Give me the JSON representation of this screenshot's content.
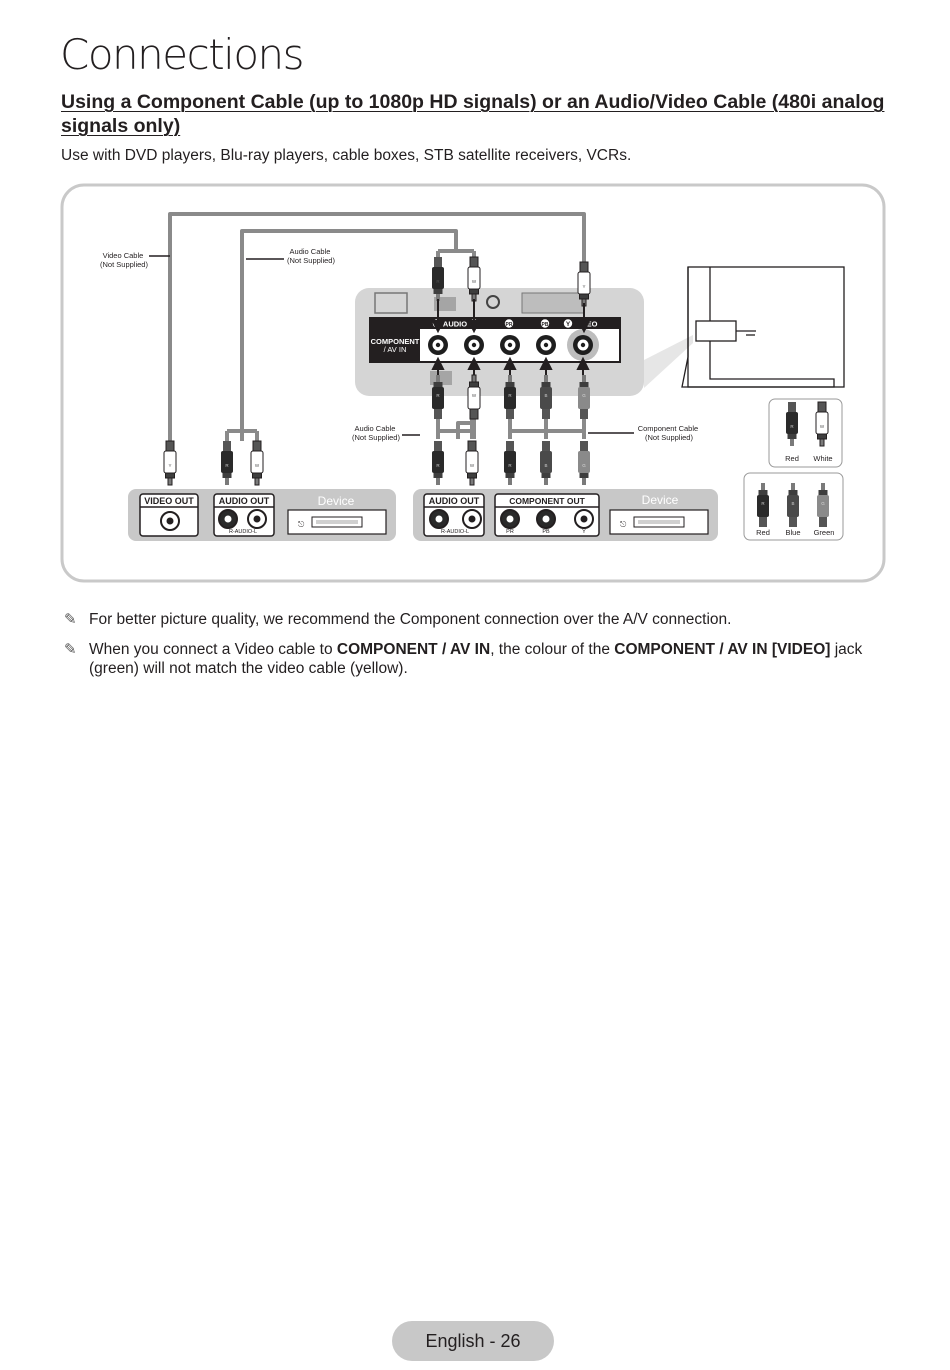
{
  "page": {
    "title": "Connections",
    "heading": "Using a Component Cable (up to 1080p HD signals) or an Audio/Video Cable (480i analog signals only)",
    "intro": "Use with DVD players, Blu-ray players, cable boxes, STB satellite receivers, VCRs.",
    "footer": "English - 26"
  },
  "diagram": {
    "video_cable_label": [
      "Video Cable",
      "(Not Supplied)"
    ],
    "audio_cable_top_label": [
      "Audio Cable",
      "(Not Supplied)"
    ],
    "audio_cable_mid_label": [
      "Audio Cable",
      "(Not Supplied)"
    ],
    "component_cable_label": [
      "Component Cable",
      "(Not Supplied)"
    ],
    "tv_panel": {
      "label_line1": "COMPONENT",
      "label_line2": "/ AV IN",
      "r": "R",
      "audio": "AUDIO",
      "l": "L",
      "pr": "PR",
      "pb": "PB",
      "y": "Y",
      "video_fragment": "EO"
    },
    "device_left": {
      "video_out": "VIDEO OUT",
      "audio_out": "AUDIO OUT",
      "audio_sub": "R-AUDIO-L",
      "device": "Device"
    },
    "device_right": {
      "audio_out": "AUDIO OUT",
      "audio_sub": "R-AUDIO-L",
      "component_out": "COMPONENT OUT",
      "pr": "PR",
      "pb": "PB",
      "y": "Y",
      "device": "Device"
    },
    "plug_letters": {
      "red": "R",
      "white": "W",
      "yellow": "Y",
      "blue": "B",
      "green": "G"
    },
    "legend_audio": [
      "Red",
      "White"
    ],
    "legend_component": [
      "Red",
      "Blue",
      "Green"
    ]
  },
  "notes": {
    "icon": "pencil-note-icon",
    "note1": "For better picture quality, we recommend the Component connection over the A/V connection.",
    "note2_part1": "When you connect a Video cable to ",
    "note2_bold1": "COMPONENT / AV IN",
    "note2_part2": ", the colour of the ",
    "note2_bold2": "COMPONENT / AV IN [VIDEO]",
    "note2_part3": " jack (green) will not match the video cable (yellow)."
  }
}
